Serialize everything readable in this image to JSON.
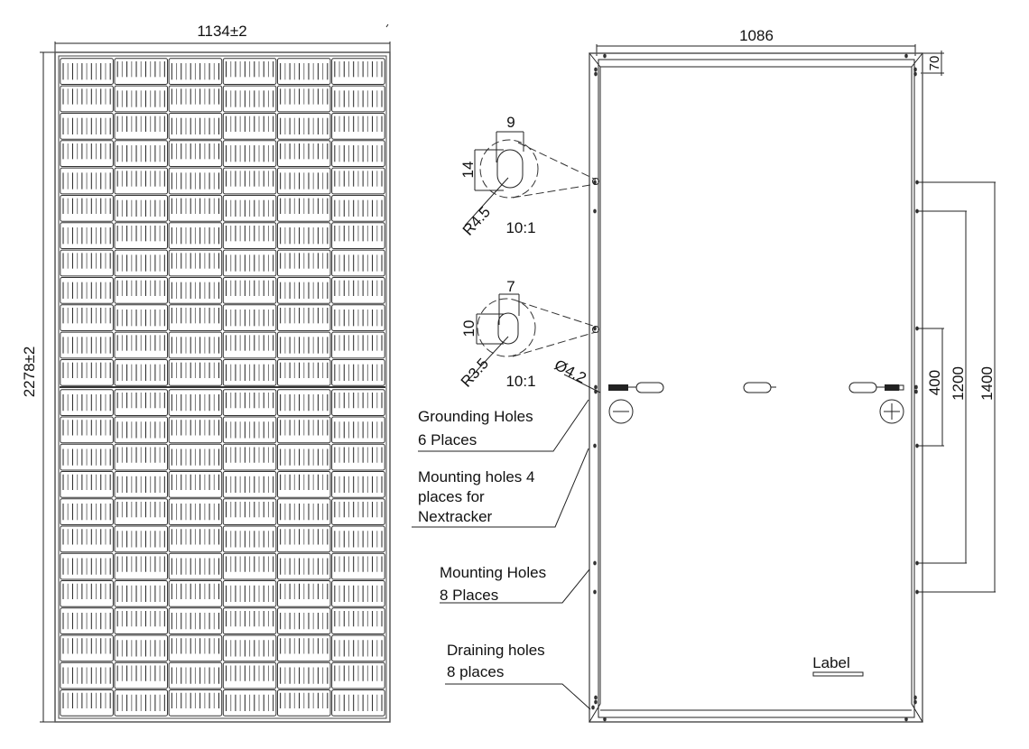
{
  "front_view": {
    "width_dimension": "1134±2",
    "height_dimension": "2278±2",
    "cell_columns": 6,
    "cell_rows_per_half": 12,
    "cell_rows_total": 24
  },
  "rear_view": {
    "frame_width_dimension": "1086",
    "corner_dimension": "70",
    "detail_slot_large": {
      "width": "9",
      "height": "14",
      "radius": "R4.5",
      "scale": "10:1"
    },
    "detail_slot_small": {
      "width": "7",
      "height": "10",
      "radius": "R3.5",
      "scale": "10:1"
    },
    "hole_diameter": "Ø4.2",
    "spacing_dimensions": [
      "400",
      "1200",
      "1400"
    ],
    "polarity": {
      "negative": "−",
      "positive": "+"
    },
    "label_text": "Label"
  },
  "callouts": {
    "grounding_line1": "Grounding Holes",
    "grounding_line2": "6 Places",
    "nextracker_line1": "Mounting holes 4",
    "nextracker_line2": "places for",
    "nextracker_line3": "Nextracker",
    "mounting_line1": "Mounting Holes",
    "mounting_line2": "8 Places",
    "draining_line1": "Draining holes",
    "draining_line2": "8 places"
  }
}
